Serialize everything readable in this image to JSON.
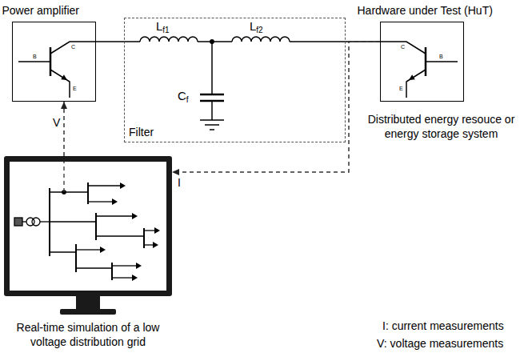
{
  "diagram": {
    "nodes": [
      {
        "text": [
          "Power amplifier"
        ]
      },
      {
        "text": [
          "Filter"
        ]
      },
      {
        "text": [
          "Hardware under Test (HuT)",
          "Distributed energy resouce or energy storage system"
        ]
      },
      {
        "text": [
          "Real-time simulation of a low voltage distribution grid"
        ]
      }
    ],
    "edges": [
      {
        "from": 0,
        "to": 1,
        "arrow": "none"
      },
      {
        "from": 1,
        "to": 2,
        "arrow": "none"
      },
      {
        "from": 3,
        "to": 0,
        "arrow": "to"
      },
      {
        "from": 2,
        "to": 3,
        "arrow": "to"
      }
    ],
    "labels": [
      "Lf1",
      "Lf2",
      "Cf",
      "C",
      "B",
      "E",
      "C",
      "B",
      "E",
      "V",
      "I",
      "I: current measurements",
      "V: voltage measurements"
    ]
  }
}
